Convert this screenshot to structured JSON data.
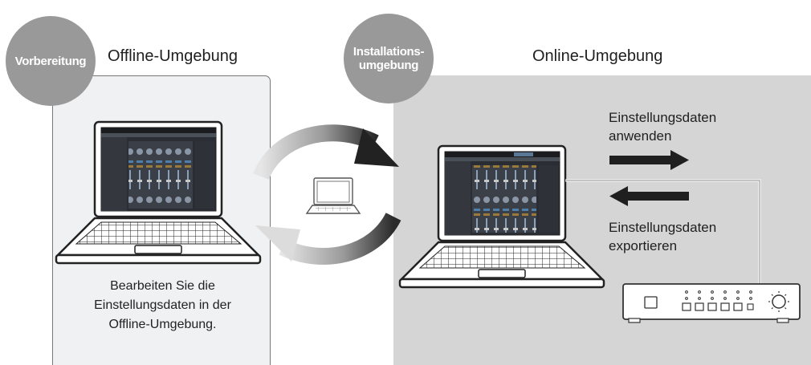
{
  "offline": {
    "badge": "Vorbereitung",
    "title": "Offline-Umgebung",
    "caption_lines": [
      "Bearbeiten Sie die",
      "Einstellungsdaten in der",
      "Offline-Umgebung."
    ]
  },
  "online": {
    "badge_lines": [
      "Installations-",
      "umgebung"
    ],
    "title": "Online-Umgebung",
    "apply_lines": [
      "Einstellungsdaten",
      "anwenden"
    ],
    "export_lines": [
      "Einstellungsdaten",
      "exportieren"
    ]
  },
  "colors": {
    "offline_panel": "#f0f1f3",
    "online_panel": "#d5d5d5",
    "badge": "#999999",
    "arrow_dark": "#1f1f1f",
    "arrow_light": "#bdbdbd"
  },
  "icons": [
    "laptop-icon",
    "device-icon",
    "cycle-arrows-icon",
    "small-laptop-icon"
  ]
}
